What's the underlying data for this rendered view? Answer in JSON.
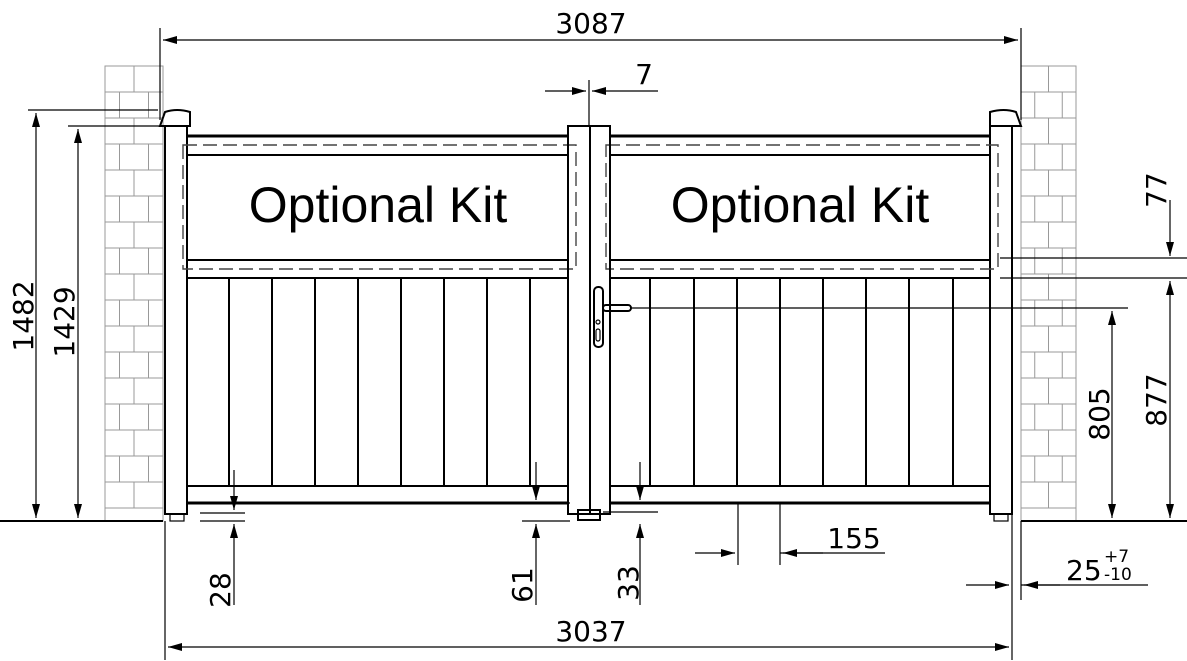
{
  "panels": {
    "left_label": "Optional Kit",
    "right_label": "Optional Kit"
  },
  "dimensions": {
    "overall_width": "3087",
    "gate_width": "3037",
    "gap_top": "7",
    "height_total": "1482",
    "height_gate": "1429",
    "kit_height": "77",
    "lower_height": "877",
    "handle_height": "805",
    "bar_spacing": "155",
    "bottom_clearance_left": "28",
    "bottom_clearance_center": "61",
    "bottom_clearance_right": "33",
    "post_gap_base": "25",
    "post_gap_plus": "+7",
    "post_gap_minus": "-10"
  }
}
